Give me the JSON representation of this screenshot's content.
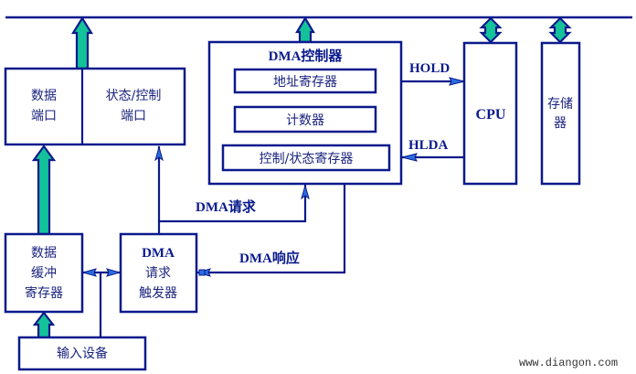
{
  "colors": {
    "line": "#0a1a8c",
    "text": "#1a237e",
    "bus_arrow_fill": "#14c29a",
    "signal_arrowhead": "#2a6ee0",
    "background": "#ffffff"
  },
  "blocks": {
    "data_port": {
      "line1": "数据",
      "line2": "端口"
    },
    "status_port": {
      "line1": "状态/控制",
      "line2": "端口"
    },
    "dma_controller": {
      "title": "DMA控制器",
      "address_register": "地址寄存器",
      "counter": "计数器",
      "control_status_register": "控制/状态寄存器"
    },
    "cpu": {
      "label": "CPU"
    },
    "memory": {
      "line1": "存储",
      "line2": "器"
    },
    "data_buffer": {
      "line1": "数据",
      "line2": "缓冲",
      "line3": "寄存器"
    },
    "dma_trigger": {
      "line1": "DMA",
      "line2": "请求",
      "line3": "触发器"
    },
    "input_device": {
      "label": "输入设备"
    }
  },
  "signals": {
    "hold": "HOLD",
    "hlda": "HLDA",
    "dma_request": "DMA请求",
    "dma_ack": "DMA响应"
  },
  "watermark": "www.diangon.com"
}
